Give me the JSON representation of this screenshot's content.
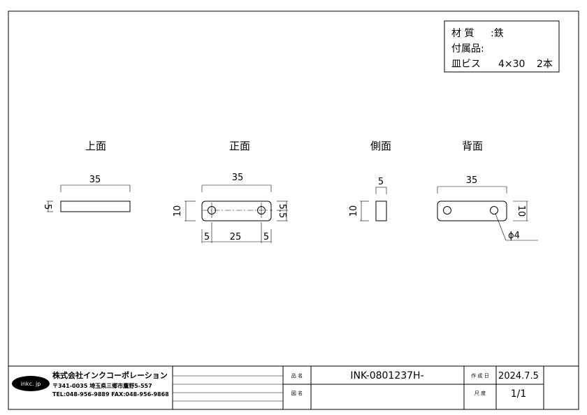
{
  "spec": {
    "material_label": "材 質",
    "material_value": ":鉄",
    "accessory_label": "付属品:",
    "screw_label": "皿ビス",
    "screw_value": "4×30",
    "screw_qty": "2本"
  },
  "views": {
    "top": "上面",
    "front": "正面",
    "side": "側面",
    "back": "背面"
  },
  "dims": {
    "top_width": "35",
    "top_height": "5",
    "front_width": "35",
    "front_height": "10",
    "front_hole_y": "5.5",
    "front_edge_left": "5",
    "front_pitch": "25",
    "front_edge_right": "5",
    "side_width": "5",
    "side_height": "10",
    "back_width": "35",
    "back_height": "10",
    "back_hole": "ϕ4"
  },
  "titleblock": {
    "logo": "inkc. jp",
    "company": "株式会社インクコーポレーション",
    "address": "〒341-0035 埼玉県三郷市鷹野5-557",
    "contact": "TEL:048-956-9889 FAX:048-956-9868",
    "part_name_label": "品 名",
    "part_name": "INK-0801237H-",
    "drawing_label": "図 名",
    "drawing_value": "",
    "date_label": "作 成 日",
    "date": "2024.7.5",
    "scale_label": "尺 度",
    "scale": "1/1"
  }
}
